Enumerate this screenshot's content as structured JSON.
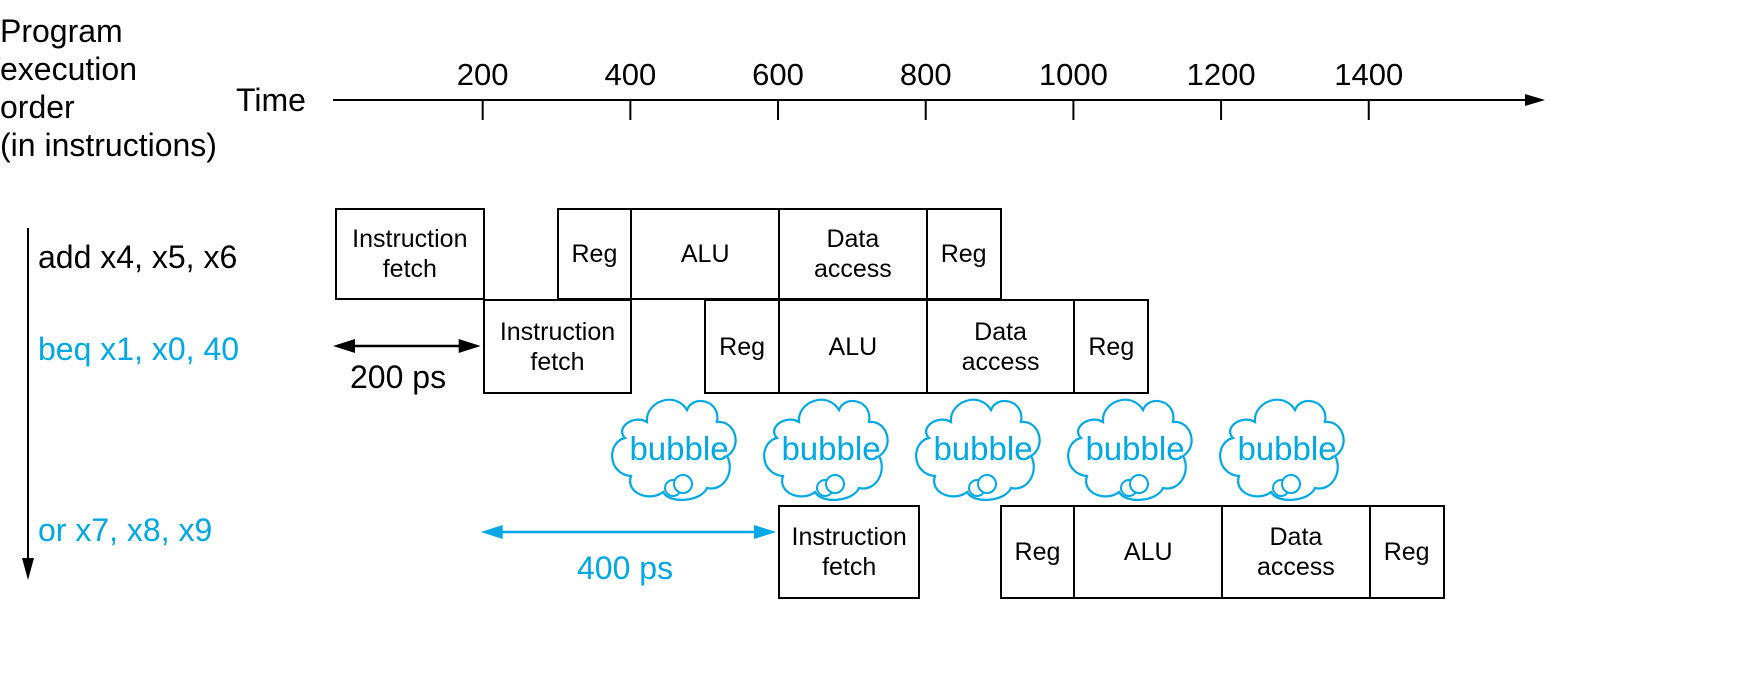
{
  "title_lines": [
    "Program",
    "execution",
    "order",
    "(in instructions)"
  ],
  "axis": {
    "label": "Time",
    "ticks": [
      "200",
      "400",
      "600",
      "800",
      "1000",
      "1200",
      "1400"
    ]
  },
  "colors": {
    "highlight": "#00a8e6",
    "default": "#000000"
  },
  "instructions": [
    {
      "text": "add x4, x5, x6",
      "highlight": false,
      "stages": [
        {
          "label": "Instruction\nfetch",
          "start": 0,
          "end": 200
        },
        {
          "label": "Reg",
          "start": 300,
          "end": 400
        },
        {
          "label": "ALU",
          "start": 400,
          "end": 600
        },
        {
          "label": "Data\naccess",
          "start": 600,
          "end": 800
        },
        {
          "label": "Reg",
          "start": 800,
          "end": 900
        }
      ]
    },
    {
      "text": "beq x1, x0, 40",
      "highlight": true,
      "stages": [
        {
          "label": "Instruction\nfetch",
          "start": 200,
          "end": 400
        },
        {
          "label": "Reg",
          "start": 500,
          "end": 600
        },
        {
          "label": "ALU",
          "start": 600,
          "end": 800
        },
        {
          "label": "Data\naccess",
          "start": 800,
          "end": 1000
        },
        {
          "label": "Reg",
          "start": 1000,
          "end": 1100
        }
      ]
    },
    {
      "text": "or x7, x8, x9",
      "highlight": true,
      "stages": [
        {
          "label": "Instruction\nfetch",
          "start": 600,
          "end": 790
        },
        {
          "label": "Reg",
          "start": 900,
          "end": 1000
        },
        {
          "label": "ALU",
          "start": 1000,
          "end": 1200
        },
        {
          "label": "Data\naccess",
          "start": 1200,
          "end": 1400
        },
        {
          "label": "Reg",
          "start": 1400,
          "end": 1500
        }
      ]
    }
  ],
  "bubbles": [
    "bubble",
    "bubble",
    "bubble",
    "bubble",
    "bubble"
  ],
  "intervals": [
    {
      "label": "200 ps",
      "from": 0,
      "to": 200,
      "highlight": false
    },
    {
      "label": "400 ps",
      "from": 200,
      "to": 600,
      "highlight": true
    }
  ]
}
